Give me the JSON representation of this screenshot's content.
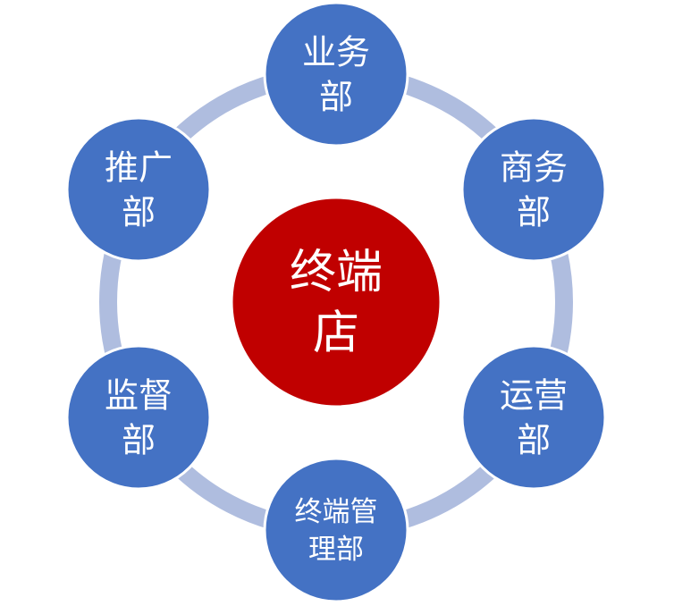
{
  "center": {
    "lines": [
      "终端",
      "店"
    ],
    "color": "#c00000"
  },
  "nodes": [
    {
      "id": "business",
      "lines": [
        "业务",
        "部"
      ]
    },
    {
      "id": "commerce",
      "lines": [
        "商务",
        "部"
      ]
    },
    {
      "id": "operations",
      "lines": [
        "运营",
        "部"
      ]
    },
    {
      "id": "terminal-management",
      "lines": [
        "终端管",
        "理部"
      ]
    },
    {
      "id": "supervision",
      "lines": [
        "监督",
        "部"
      ]
    },
    {
      "id": "promotion",
      "lines": [
        "推广",
        "部"
      ]
    }
  ],
  "colors": {
    "node": "#4472c4",
    "ring": "#afbddf"
  }
}
